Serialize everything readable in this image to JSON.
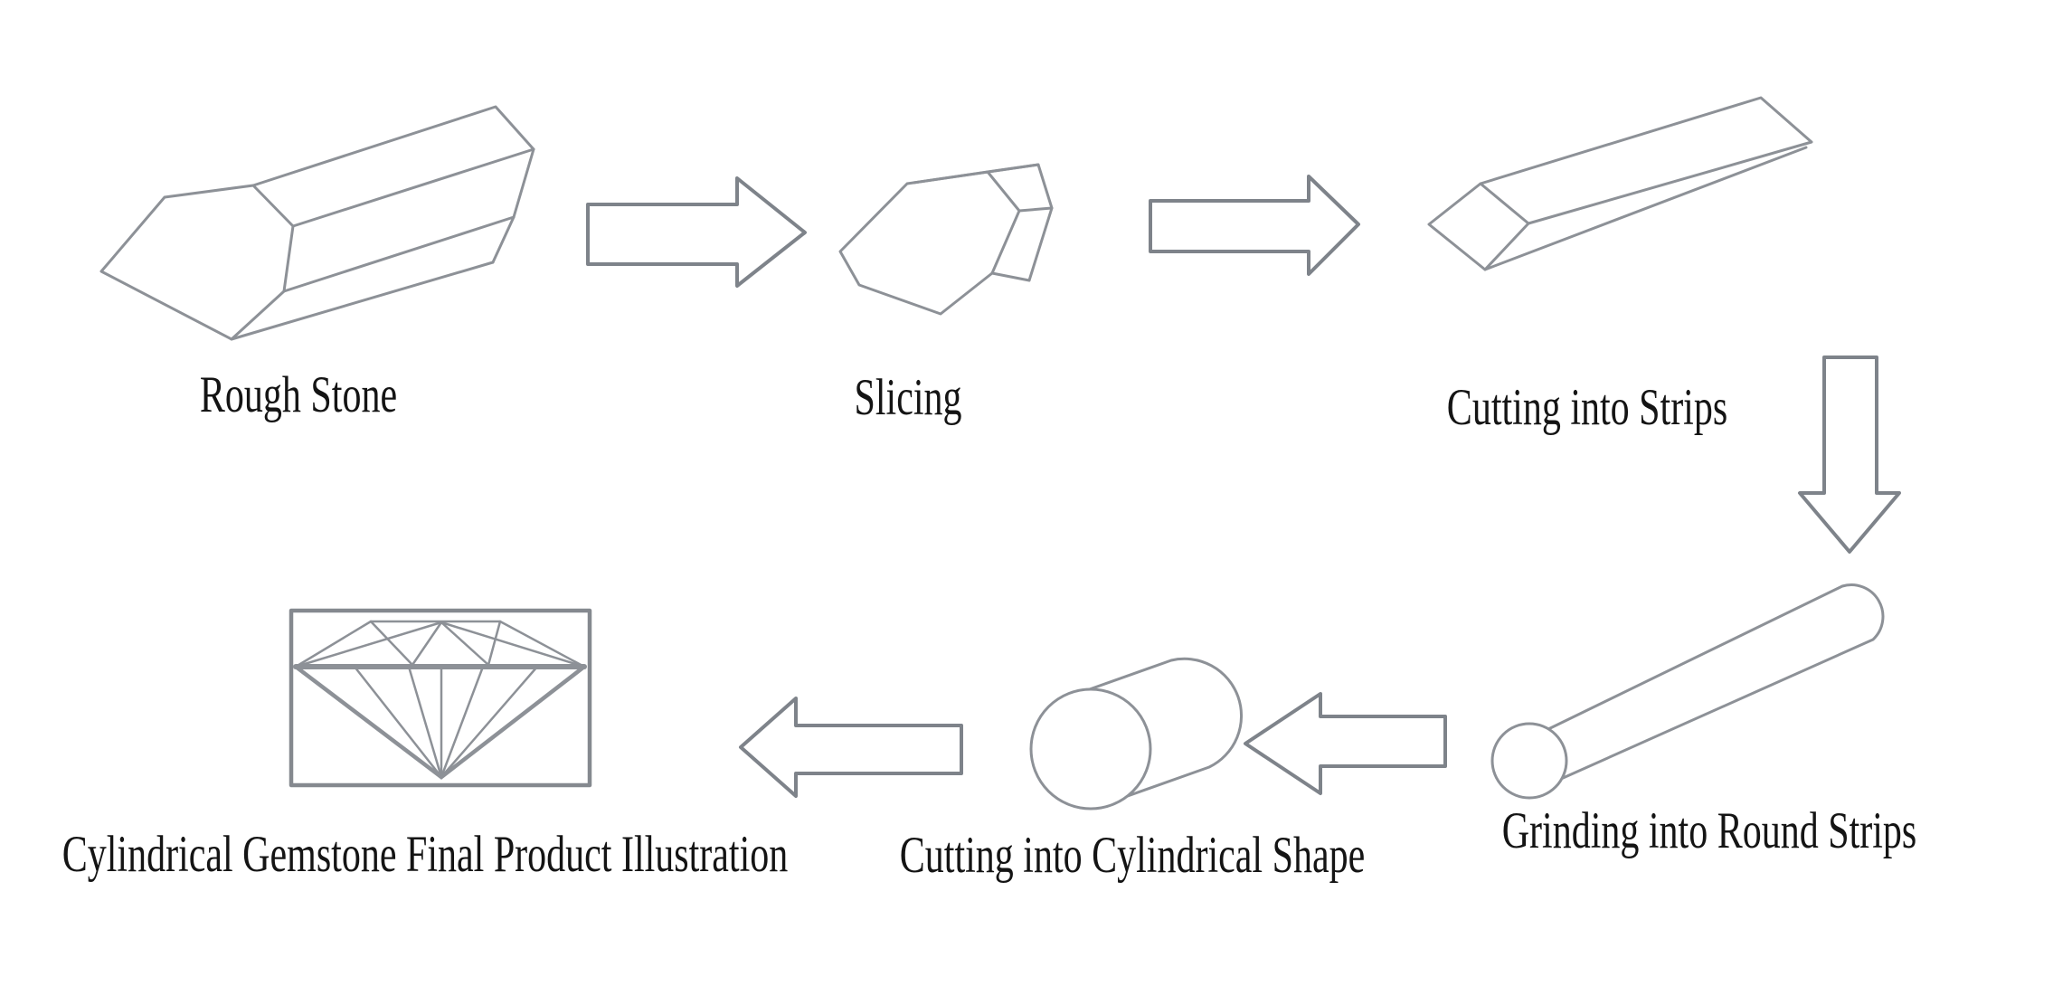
{
  "diagram": {
    "type": "process-flow",
    "background": "#ffffff",
    "line_color": "#8d9197",
    "arrow_color": "#7e838a",
    "text_color": "#141414",
    "steps": [
      {
        "order": 1,
        "label": "Rough Stone",
        "illustration": "hexagonal-prism-crystal"
      },
      {
        "order": 2,
        "label": "Slicing",
        "illustration": "hexagonal-slice"
      },
      {
        "order": 3,
        "label": "Cutting into Strips",
        "illustration": "long-square-bar"
      },
      {
        "order": 4,
        "label": "Grinding into Round Strips",
        "illustration": "long-round-rod"
      },
      {
        "order": 5,
        "label": "Cutting into Cylindrical Shape",
        "illustration": "short-cylinder"
      },
      {
        "order": 6,
        "label": "Cylindrical Gemstone Final Product Illustration",
        "illustration": "framed-cut-diamond"
      }
    ],
    "arrows": [
      {
        "from": "Rough Stone",
        "to": "Slicing",
        "direction": "right"
      },
      {
        "from": "Slicing",
        "to": "Cutting into Strips",
        "direction": "right"
      },
      {
        "from": "Cutting into Strips",
        "to": "Grinding into Round Strips",
        "direction": "down"
      },
      {
        "from": "Grinding into Round Strips",
        "to": "Cutting into Cylindrical Shape",
        "direction": "left"
      },
      {
        "from": "Cutting into Cylindrical Shape",
        "to": "Cylindrical Gemstone Final Product Illustration",
        "direction": "left"
      }
    ]
  }
}
